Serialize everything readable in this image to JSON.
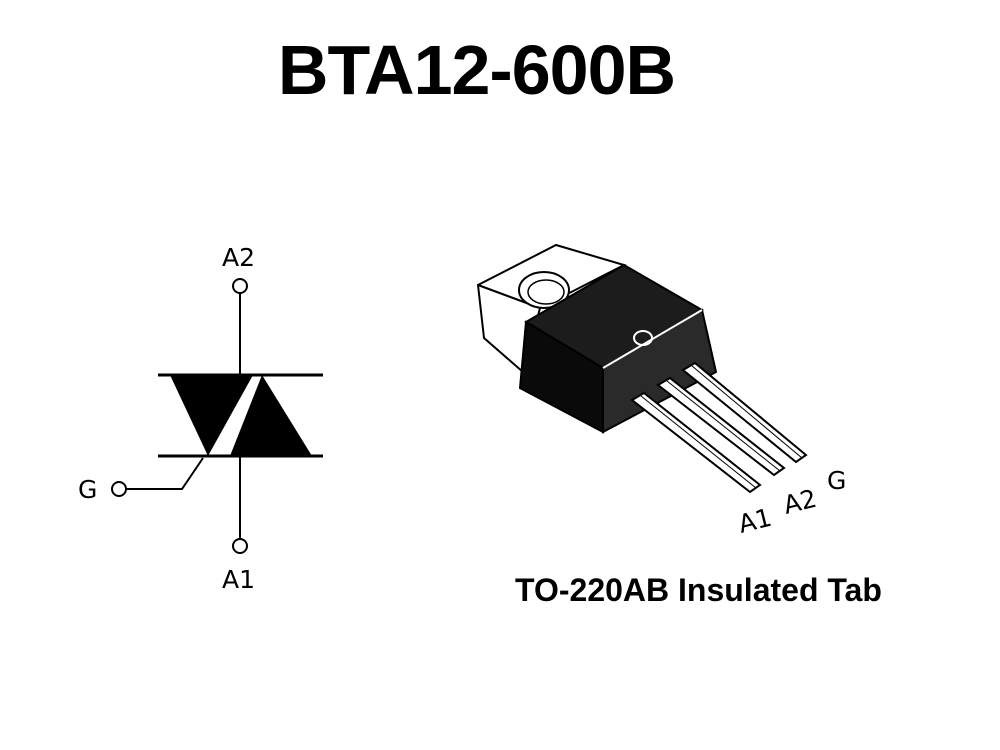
{
  "title": "BTA12-600B",
  "symbol": {
    "terminal_top": "A2",
    "terminal_bottom": "A1",
    "terminal_gate": "G"
  },
  "package": {
    "pin_labels": [
      "A1",
      "A2",
      "G"
    ],
    "caption": "TO-220AB Insulated Tab"
  }
}
